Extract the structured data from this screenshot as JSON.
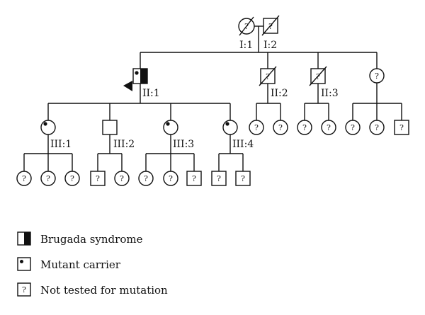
{
  "labels": {
    "I1": "I:1",
    "I2": "I:2",
    "II1": "II:1",
    "II2": "II:2",
    "II3": "II:3",
    "III1": "III:1",
    "III2": "III:2",
    "III3": "III:3",
    "III4": "III:4"
  },
  "symbols": {
    "question": "?"
  },
  "legend": {
    "affected": "Brugada syndrome",
    "carrier": "Mutant carrier",
    "untested": "Not tested for mutation"
  }
}
